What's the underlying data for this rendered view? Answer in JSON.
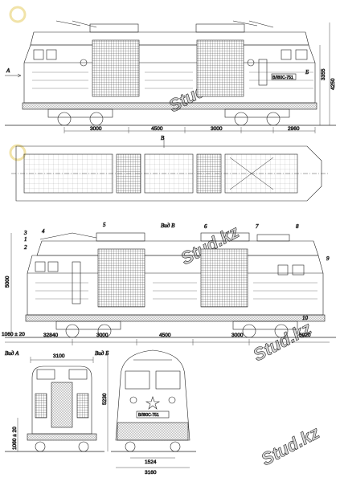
{
  "watermark": "Stud.kz",
  "side_view": {
    "number_plate": "ВЛ80С-751",
    "dims": {
      "bogie_1": "3000",
      "bogie_gap": "4500",
      "bogie_2": "3000",
      "rear": "2960",
      "height": "3355",
      "total_height": "4250"
    },
    "marks": {
      "left": "А",
      "right": "Б"
    }
  },
  "plan_view": {
    "mark": "В"
  },
  "side_view_2": {
    "view_title": "Вид В",
    "callouts": [
      "1",
      "2",
      "3",
      "4",
      "5",
      "6",
      "7",
      "8",
      "9",
      "10"
    ],
    "dims": {
      "height": "5000",
      "left_offset": "1060 ± 20",
      "left_base": "32840",
      "bogie_1": "3000",
      "bogie_gap": "4500",
      "bogie_2": "3000",
      "right_base": "5920"
    }
  },
  "end_view_a": {
    "title": "Вид А",
    "width": "3100",
    "coupler_height": "1060 ± 20"
  },
  "end_view_b": {
    "title": "Вид Б",
    "number_plate": "ВЛ80С-751",
    "height": "5230",
    "track_gauge": "1524",
    "width": "3160"
  }
}
